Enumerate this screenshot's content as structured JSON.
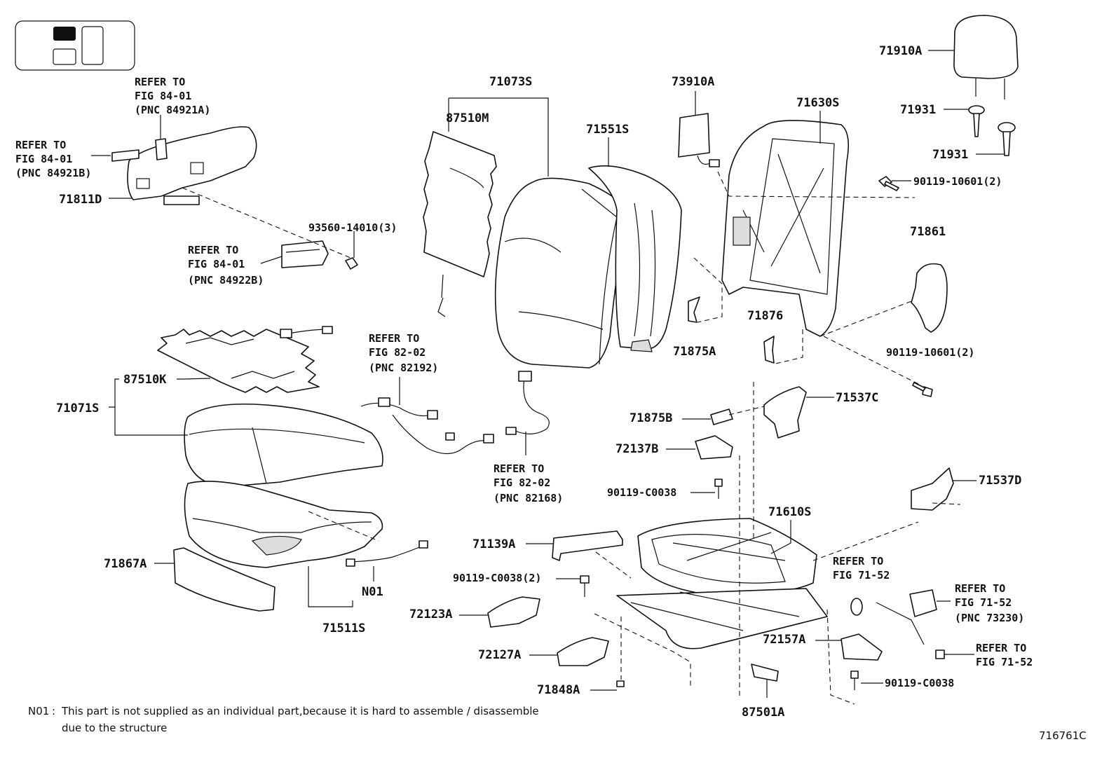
{
  "figure_code": "716761C",
  "note": {
    "key": "N01",
    "text_line1": "This part is not supplied as an individual part,because it is hard to assemble / disassemble",
    "text_line2": "due to the structure"
  },
  "labels": {
    "p71910A": "71910A",
    "p71931_a": "71931",
    "p71931_b": "71931",
    "p90119_10601_a": "90119-10601(2)",
    "p71861": "71861",
    "p90119_10601_b": "90119-10601(2)",
    "p71630S": "71630S",
    "p73910A": "73910A",
    "p71073S": "71073S",
    "p87510M": "87510M",
    "p71551S": "71551S",
    "p71811D": "71811D",
    "p93560": "93560-14010(3)",
    "p87510K": "87510K",
    "p71071S": "71071S",
    "p71867A": "71867A",
    "p71511S": "71511S",
    "pN01": "N01",
    "p71875A": "71875A",
    "p71876": "71876",
    "p71537C": "71537C",
    "p71875B": "71875B",
    "p72137B": "72137B",
    "p90119_C0038_a": "90119-C0038",
    "p71537D": "71537D",
    "p71610S": "71610S",
    "p71139A": "71139A",
    "p90119_C0038_2": "90119-C0038(2)",
    "p72123A": "72123A",
    "p72127A": "72127A",
    "p71848A": "71848A",
    "p87501A": "87501A",
    "p72157A": "72157A",
    "p90119_C0038_b": "90119-C0038"
  },
  "references": {
    "ref_84921A": {
      "line1": "REFER TO",
      "line2": "FIG 84-01",
      "line3": "(PNC 84921A)"
    },
    "ref_84921B": {
      "line1": "REFER TO",
      "line2": "FIG 84-01",
      "line3": "(PNC 84921B)"
    },
    "ref_84922B": {
      "line1": "REFER TO",
      "line2": "FIG 84-01",
      "line3": "(PNC 84922B)"
    },
    "ref_82192": {
      "line1": "REFER TO",
      "line2": "FIG 82-02",
      "line3": "(PNC 82192)"
    },
    "ref_82168": {
      "line1": "REFER TO",
      "line2": "FIG 82-02",
      "line3": "(PNC 82168)"
    },
    "ref_7152_a": {
      "line1": "REFER TO",
      "line2": "FIG 71-52"
    },
    "ref_73230": {
      "line1": "REFER TO",
      "line2": "FIG 71-52",
      "line3": "(PNC 73230)"
    },
    "ref_7152_b": {
      "line1": "REFER TO",
      "line2": "FIG 71-52"
    }
  }
}
